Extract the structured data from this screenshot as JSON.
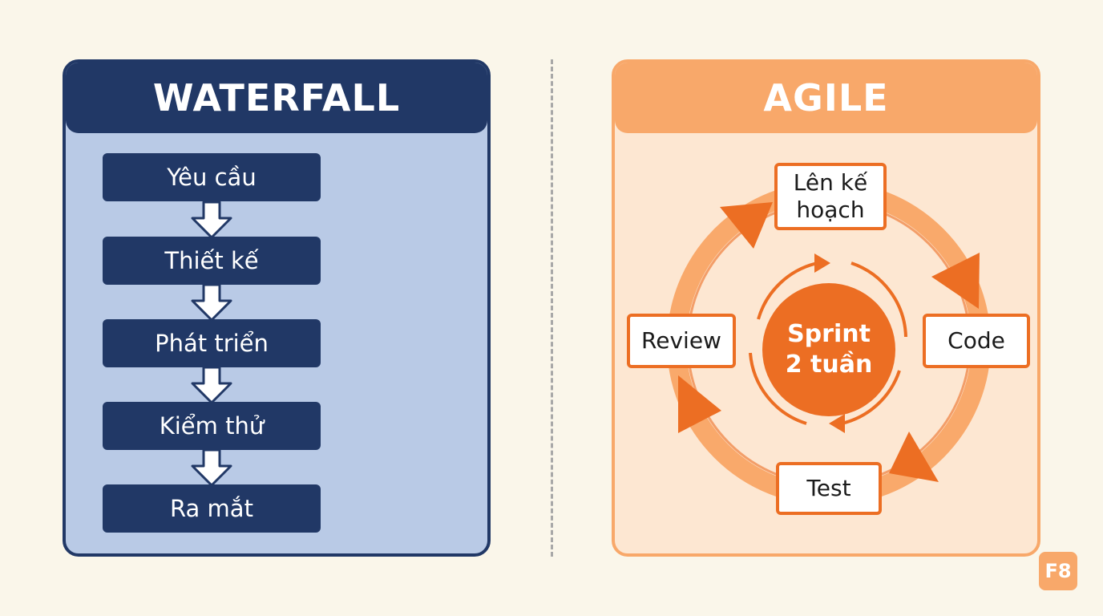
{
  "waterfall": {
    "title": "WATERFALL",
    "steps": [
      "Yêu cầu",
      "Thiết kế",
      "Phát triển",
      "Kiểm thử",
      "Ra mắt"
    ]
  },
  "agile": {
    "title": "AGILE",
    "stages": {
      "plan_line1": "Lên kế",
      "plan_line2": "hoạch",
      "code": "Code",
      "test": "Test",
      "review": "Review"
    },
    "center_line1": "Sprint",
    "center_line2": "2 tuần"
  },
  "logo": "F8",
  "colors": {
    "waterfall_dark": "#213866",
    "waterfall_light": "#b9cae6",
    "agile_orange": "#ec6e23",
    "agile_light": "#f8a86a",
    "agile_bg": "#fde7d2"
  }
}
